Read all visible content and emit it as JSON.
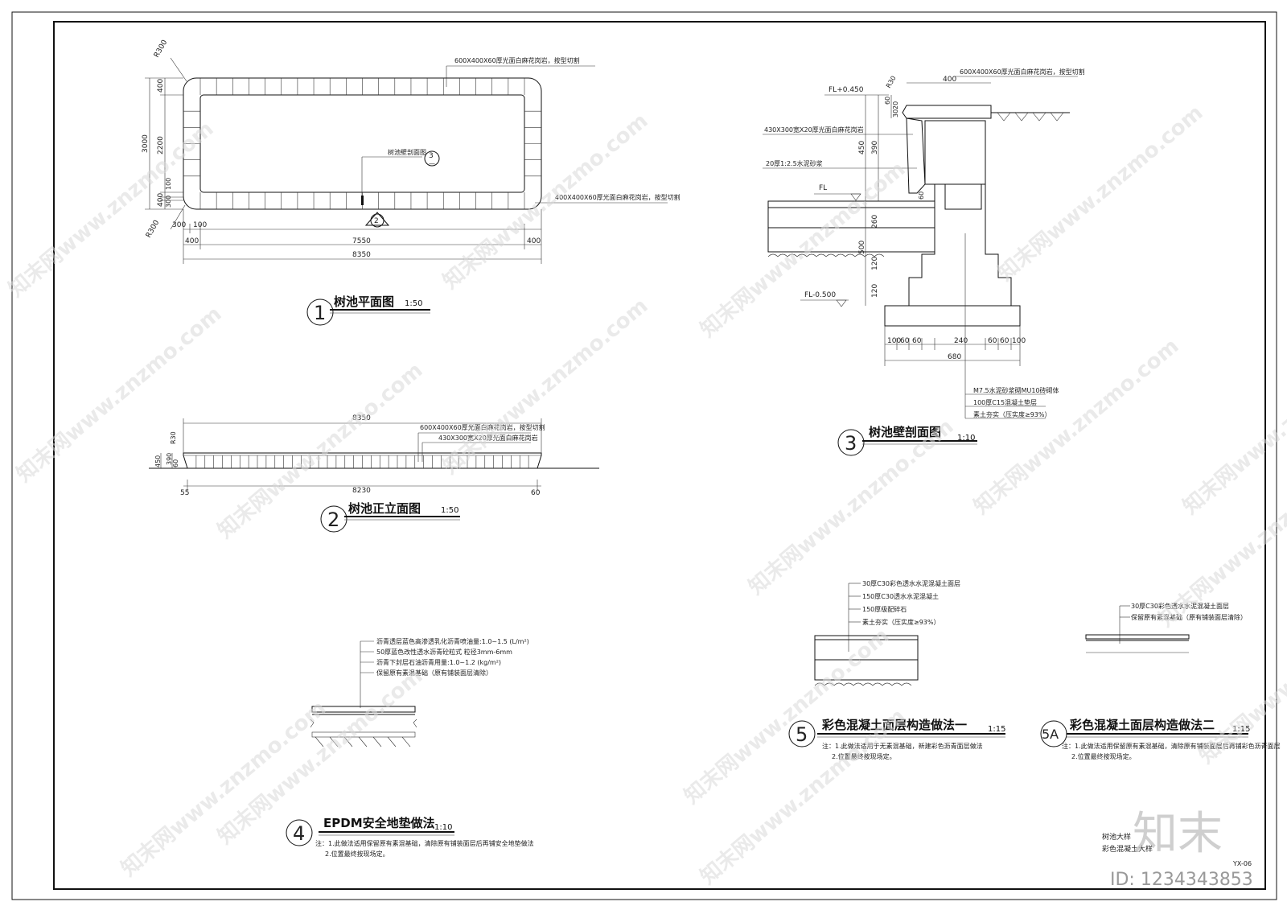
{
  "sheet_no": "YX-06",
  "id_text": "ID: 1234343853",
  "logo_text": "知末",
  "watermark_text": "知末网www.znzmo.com",
  "title_block": [
    "树池大样",
    "彩色混凝土大样"
  ],
  "plan": {
    "num": "1",
    "title": "树池平面图",
    "scale": "1:50",
    "callout_top": "600X400X60厚光面白麻花岗岩，按型切割",
    "callout_right": "400X400X60厚光面白麻花岗岩，按型切割",
    "section_ref_label": "树池壁剖面图",
    "section_ref_num": "3",
    "section_ref_sheet": "—",
    "elev_ref_num": "2",
    "radius_top": "R300",
    "radius_bottom": "R300",
    "dims_left": [
      "400",
      "2200",
      "400",
      "100",
      "300"
    ],
    "dim_overall_left": "3000",
    "dims_bottom": [
      "300",
      "100",
      "400",
      "7550",
      "400"
    ],
    "dim_overall_bottom": "8350"
  },
  "elevation": {
    "num": "2",
    "title": "树池正立面图",
    "scale": "1:50",
    "callout_1": "600X400X60厚光面白麻花岗岩，按型切割",
    "callout_2": "430X300宽X20厚光面白麻花岗岩",
    "dim_top": "8350",
    "dims_bottom": [
      "55",
      "8230",
      "60"
    ],
    "dims_left": [
      "R30",
      "450",
      "390",
      "60"
    ]
  },
  "section": {
    "num": "3",
    "title": "树池壁剖面图",
    "scale": "1:10",
    "callout_top": "600X400X60厚光面白麻花岗岩，按型切割",
    "callout_cap": "430X300宽X20厚光面白麻花岗岩",
    "callout_mortar": "20厚1:2.5水泥砂浆",
    "level_top": "FL+0.450",
    "level_mid": "FL",
    "level_bot": "FL-0.500",
    "radius": "R30",
    "dim_top": "400",
    "dims_left_small": [
      "60",
      "20",
      "30"
    ],
    "dims_left": [
      "450",
      "390",
      "60",
      "260",
      "500",
      "120",
      "120"
    ],
    "dims_bottom": [
      "100",
      "60",
      "60",
      "240",
      "60",
      "60",
      "100"
    ],
    "dim_overall_bottom": "680",
    "notes": [
      "M7.5水泥砂浆砌MU10砖砌体",
      "100厚C15混凝土垫层",
      "素土夯实（压实度≥93%）"
    ]
  },
  "epdm": {
    "num": "4",
    "title": "EPDM安全地垫做法",
    "scale": "1:10",
    "layers": [
      "沥青透层蓝色高渗透乳化沥青喷油量:1.0~1.5 (L/m²)",
      "50厚蓝色改性透水沥青砼粒式 粒径3mm-6mm",
      "沥青下封层石油沥青用量:1.0~1.2 (kg/m²)",
      "保留原有素混基础（原有铺装面层清除）"
    ],
    "notes": [
      "注：1.此做法适用保留原有素混基础，清除原有铺装面层后再铺安全地垫做法",
      "2.位置最终按现场定。"
    ]
  },
  "concrete1": {
    "num": "5",
    "title": "彩色混凝土面层构造做法一",
    "scale": "1:15",
    "layers": [
      "30厚C30彩色透水水泥混凝土面层",
      "150厚C30透水水泥混凝土",
      "150厚级配碎石",
      "素土夯实（压实度≥93%）"
    ],
    "notes": [
      "注：1.此做法适用于无素混基础，新建彩色沥青面层做法",
      "2.位置最终按现场定。"
    ]
  },
  "concrete2": {
    "num": "5A",
    "title": "彩色混凝土面层构造做法二",
    "scale": "1:15",
    "layers": [
      "30厚C30彩色透水水泥混凝土面层",
      "保留原有素混基础（原有铺装面层清除）"
    ],
    "notes": [
      "注：1.此做法适用保留原有素混基础，清除原有铺装面层后再铺彩色沥青面层",
      "2.位置最终按现场定。"
    ]
  }
}
